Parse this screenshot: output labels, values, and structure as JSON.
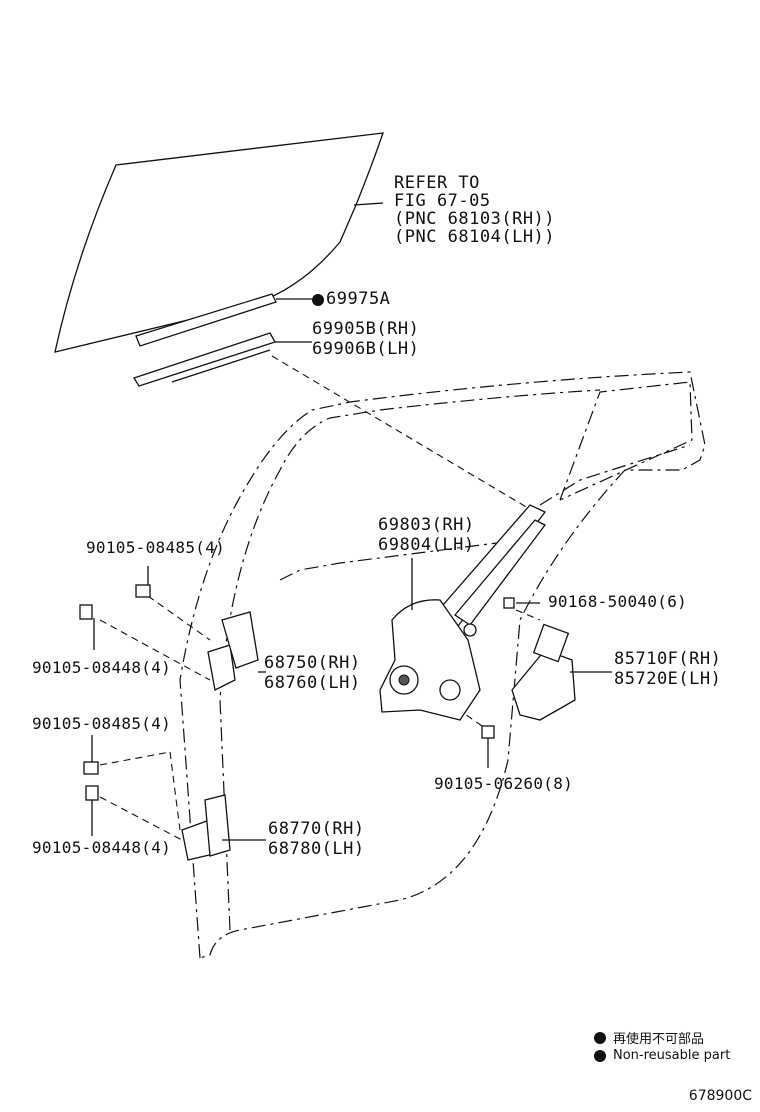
{
  "glass_ref": {
    "line1": "REFER TO",
    "line2": "FIG 67-05",
    "line3": "(PNC 68103(RH))",
    "line4": "(PNC 68104(LH))"
  },
  "labels": {
    "channel": "69975A",
    "run_rh": "69905B(RH)",
    "run_lh": "69906B(LH)",
    "regulator_rh": "69803(RH)",
    "regulator_lh": "69804(LH)",
    "bolt_upper_hinge_top": "90105-08485(4)",
    "bolt_upper_hinge_side": "90105-08448(4)",
    "upper_hinge_rh": "68750(RH)",
    "upper_hinge_lh": "68760(LH)",
    "bolt_lower_hinge_top": "90105-08485(4)",
    "bolt_lower_hinge_side": "90105-08448(4)",
    "lower_hinge_rh": "68770(RH)",
    "lower_hinge_lh": "68780(LH)",
    "motor_bolt": "90168-50040(6)",
    "motor_rh": "85710F(RH)",
    "motor_lh": "85720E(LH)",
    "regulator_bolt": "90105-06260(8)"
  },
  "legend": {
    "non_reusable_jp": "再使用不可部品",
    "non_reusable_en": "Non-reusable part"
  },
  "figure_id": "678900C"
}
